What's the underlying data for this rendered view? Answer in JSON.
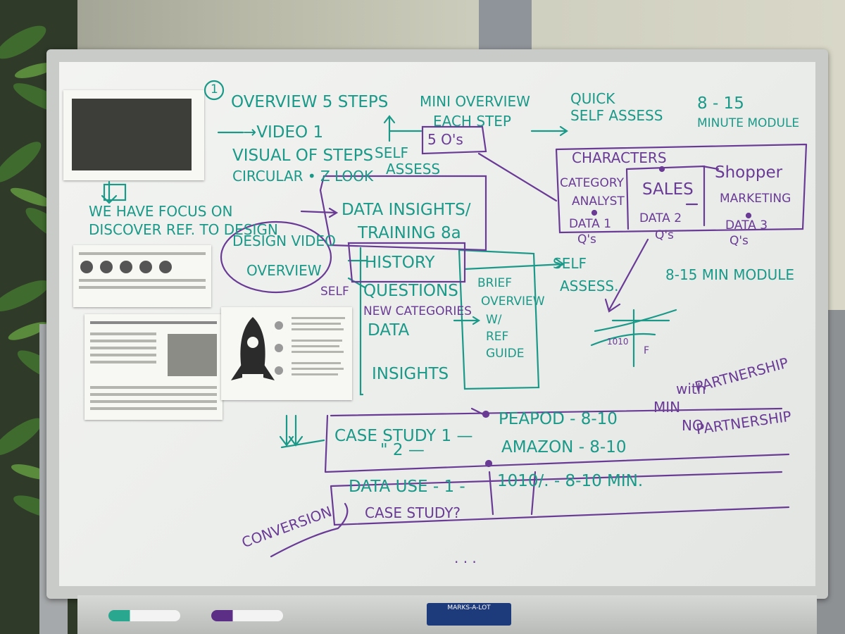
{
  "board_notes": {
    "step_number": "1",
    "overview": "OVERVIEW 5 STEPS",
    "video1": "→VIDEO 1",
    "visual": "VISUAL OF STEPS",
    "circular": "CIRCULAR • Z LOOK",
    "mini_overview_1": "MINI OVERVIEW",
    "mini_overview_2": "EACH STEP",
    "quick_1": "QUICK",
    "quick_2": "SELF ASSESS",
    "duration_1": "8 - 15",
    "duration_2": "MINUTE MODULE",
    "five_os": "5 O's",
    "self_assess_1": "SELF",
    "self_assess_2": "ASSESS",
    "we_have_1": "WE HAVE FOCUS ON",
    "we_have_2": "DISCOVER REF. TO DESIGN",
    "data_insights_1": "DATA INSIGHTS/",
    "data_insights_2": "TRAINING 8a",
    "design_video_1": "DESIGN VIDEO",
    "design_video_2": "OVERVIEW",
    "characters": "CHARACTERS",
    "category_analyst_1": "CATEGORY",
    "category_analyst_2": "ANALYST",
    "sales": "SALES",
    "shopper_1": "Shopper",
    "shopper_2": "MARKETING",
    "data1_1": "DATA 1",
    "data1_2": "Q's",
    "data2_1": "DATA 2",
    "data2_2": "Q's",
    "data3_1": "DATA 3",
    "data3_2": "Q's",
    "history": "HISTORY",
    "self_label": "SELF",
    "questions": "QUESTIONS",
    "new_categories": "NEW CATEGORIES",
    "data": "DATA",
    "insights": "INSIGHTS",
    "brief_1": "BRIEF",
    "brief_2": "OVERVIEW",
    "brief_3": "W/",
    "brief_4": "REF",
    "brief_5": "GUIDE",
    "self_assess2_1": "SELF",
    "self_assess2_2": "ASSESS.",
    "module_8_15": "8-15 MIN MODULE",
    "graph_label_1": "1010",
    "graph_label_2": "F",
    "case_study": "CASE STUDY 1 —",
    "case_ditto": "\"        2 —",
    "peapod": "PEAPOD - 8-10",
    "amazon": "AMAZON - 8-10",
    "min_label": "MIN",
    "with_partnership_1": "with",
    "with_partnership_2": "PARTNERSHIP",
    "no_partnership_1": "NO",
    "no_partnership_2": "PARTNERSHIP",
    "data_use_1": "DATA USE - 1 -",
    "data_use_2": "CASE STUDY?",
    "ten_ten": "1010/. - 8-10 MIN.",
    "conversion": "CONVERSION",
    "dots": ". . ."
  },
  "eraser_label": "MARKS-A-LOT",
  "colors": {
    "teal_ink": "#1b9988",
    "purple_ink": "#6a3b94",
    "board": "#eef0ee"
  }
}
